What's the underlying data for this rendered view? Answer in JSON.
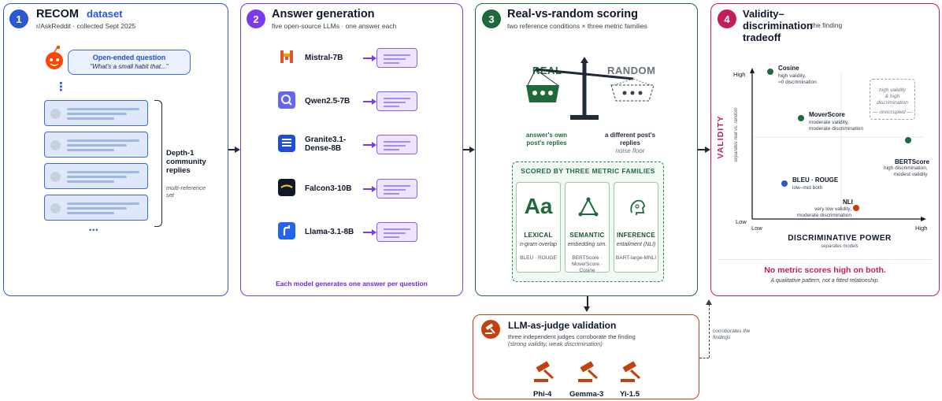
{
  "colors": {
    "blue": "#2b56d6",
    "purple": "#7c3aed",
    "green": "#1f6a3c",
    "crimson": "#c41e5a",
    "orange": "#c2410c"
  },
  "panel1": {
    "number": "1",
    "title": "RECOM",
    "title_accent": "dataset",
    "subtitle": "r/AskReddit · collected Sept 2025",
    "question_label": "Open-ended question",
    "question_text": "\"What's a small habit that...\"",
    "replies_label": "Depth-1 community replies",
    "replies_note": "multi-reference set",
    "more_dots": "•••",
    "vert_dots": "⋮"
  },
  "panel2": {
    "number": "2",
    "title": "Answer generation",
    "subtitle": "five open-source LLMs · one answer each",
    "models": [
      {
        "name": "Mistral-7B",
        "icon": "mistral-icon"
      },
      {
        "name": "Qwen2.5-7B",
        "icon": "qwen-icon"
      },
      {
        "name": "Granite3.1-Dense-8B",
        "icon": "granite-icon"
      },
      {
        "name": "Falcon3-10B",
        "icon": "falcon-icon"
      },
      {
        "name": "Llama-3.1-8B",
        "icon": "llama-icon"
      }
    ],
    "footer": "Each model generates one answer per question"
  },
  "panel3": {
    "number": "3",
    "title": "Real-vs-random scoring",
    "subtitle": "two reference conditions × three metric families",
    "real": "REAL",
    "random": "RANDOM",
    "real_caption": "answer's own post's replies",
    "random_caption": "a different post's replies",
    "random_note": "noise floor",
    "scored_title": "SCORED BY THREE METRIC FAMILIES",
    "families": [
      {
        "glyph": "Aa",
        "name": "LEXICAL",
        "desc": "n-gram overlap",
        "metrics": "BLEU · ROUGE"
      },
      {
        "glyph": "",
        "name": "SEMANTIC",
        "desc": "embedding sim.",
        "metrics": "BERTScore · MoverScore · Cosine"
      },
      {
        "glyph": "",
        "name": "INFERENCE",
        "desc": "entailment (NLI)",
        "metrics": "BART-large-MNLI"
      }
    ]
  },
  "panel4": {
    "number": "4",
    "title": "Validity–discrimination tradeoff",
    "subtitle": "the finding",
    "y_axis": "VALIDITY",
    "y_axis_note": "separates real vs. random",
    "x_axis": "DISCRIMINATIVE POWER",
    "x_axis_note": "separates models",
    "y_high": "High",
    "y_low": "Low",
    "x_low": "Low",
    "x_high": "High",
    "unoccupied": [
      "high validity",
      "& high",
      "discrimination",
      "— unoccupied —"
    ],
    "points": [
      {
        "name": "Cosine",
        "desc": "high validity,\n≈0 discrimination",
        "color": "#1f6a3c"
      },
      {
        "name": "MoverScore",
        "desc": "moderate validity,\nmoderate discrimination",
        "color": "#1f6a3c"
      },
      {
        "name": "BERTScore",
        "desc": "high discrimination,\nmodest validity",
        "color": "#1f6a3c"
      },
      {
        "name": "BLEU · ROUGE",
        "desc": "low–mid both",
        "color": "#2b56d6"
      },
      {
        "name": "NLI",
        "desc": "very low validity,\nmoderate discrimination",
        "color": "#c2410c"
      }
    ],
    "headline": "No metric scores high on both.",
    "footnote": "A qualitative pattern, not a fitted relationship."
  },
  "panel5": {
    "title": "LLM-as-judge validation",
    "subtitle": "three independent judges corroborate the finding",
    "note": "(strong validity, weak discrimination)",
    "judges": [
      "Phi-4",
      "Gemma-3",
      "Yi-1.5"
    ],
    "side_note": "corroborates the findings"
  }
}
